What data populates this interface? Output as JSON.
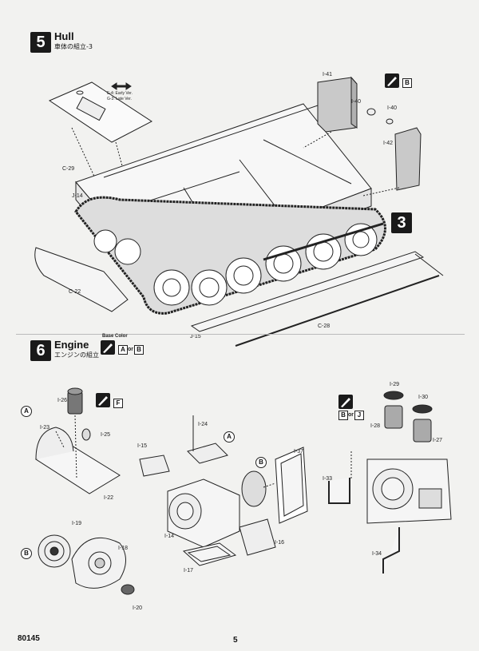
{
  "hull": {
    "step_number": "5",
    "title": "Hull",
    "subtitle": "車体の組立-3",
    "version_note_early": "E-4: Early Ver.",
    "version_note_late": "G-3: Late Ver.",
    "paint_code": "B",
    "callout_step": "3",
    "part_labels": {
      "c29": "C-29",
      "j14": "J-14",
      "c22": "C-22",
      "j15": "J-15",
      "c28": "C-28",
      "i41": "I-41",
      "i40a": "I-40",
      "i40b": "I-40",
      "i42": "I-42"
    }
  },
  "engine": {
    "step_number": "6",
    "title": "Engine",
    "subtitle": "エンジンの組立",
    "base_color_label": "Base Color",
    "base_color_code_a": "A",
    "or_text": "or",
    "base_color_code_b": "B",
    "sub_a": {
      "marker": "A",
      "paint_code": "F",
      "labels": {
        "i26": "I-26",
        "i23": "I-23",
        "i25": "I-25",
        "i22": "I-22"
      }
    },
    "sub_b": {
      "marker": "B",
      "labels": {
        "i19": "I-19",
        "i18": "I-18",
        "i20": "I-20"
      }
    },
    "main": {
      "marker_a": "A",
      "marker_b": "B",
      "labels": {
        "i24": "I-24",
        "i15": "I-15",
        "i37": "I-37",
        "i14": "I-14",
        "i16": "I-16",
        "i17": "I-17"
      }
    },
    "right": {
      "paint_code_b": "B",
      "or_text": "or",
      "paint_code_j": "J",
      "labels": {
        "i29": "I-29",
        "i30": "I-30",
        "i28": "I-28",
        "i27": "I-27",
        "i33": "I-33",
        "i34": "I-34"
      }
    }
  },
  "footer": {
    "kit_number": "80145",
    "page_number": "5"
  }
}
